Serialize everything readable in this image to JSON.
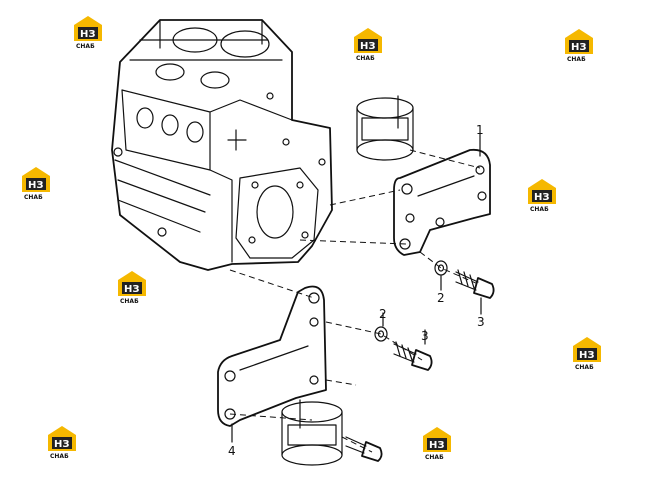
{
  "callouts": [
    "1",
    "2",
    "3",
    "2",
    "3",
    "4"
  ],
  "watermark": {
    "letters": "НЗ",
    "sub": "СНАБ",
    "accent": "#f5b800"
  }
}
